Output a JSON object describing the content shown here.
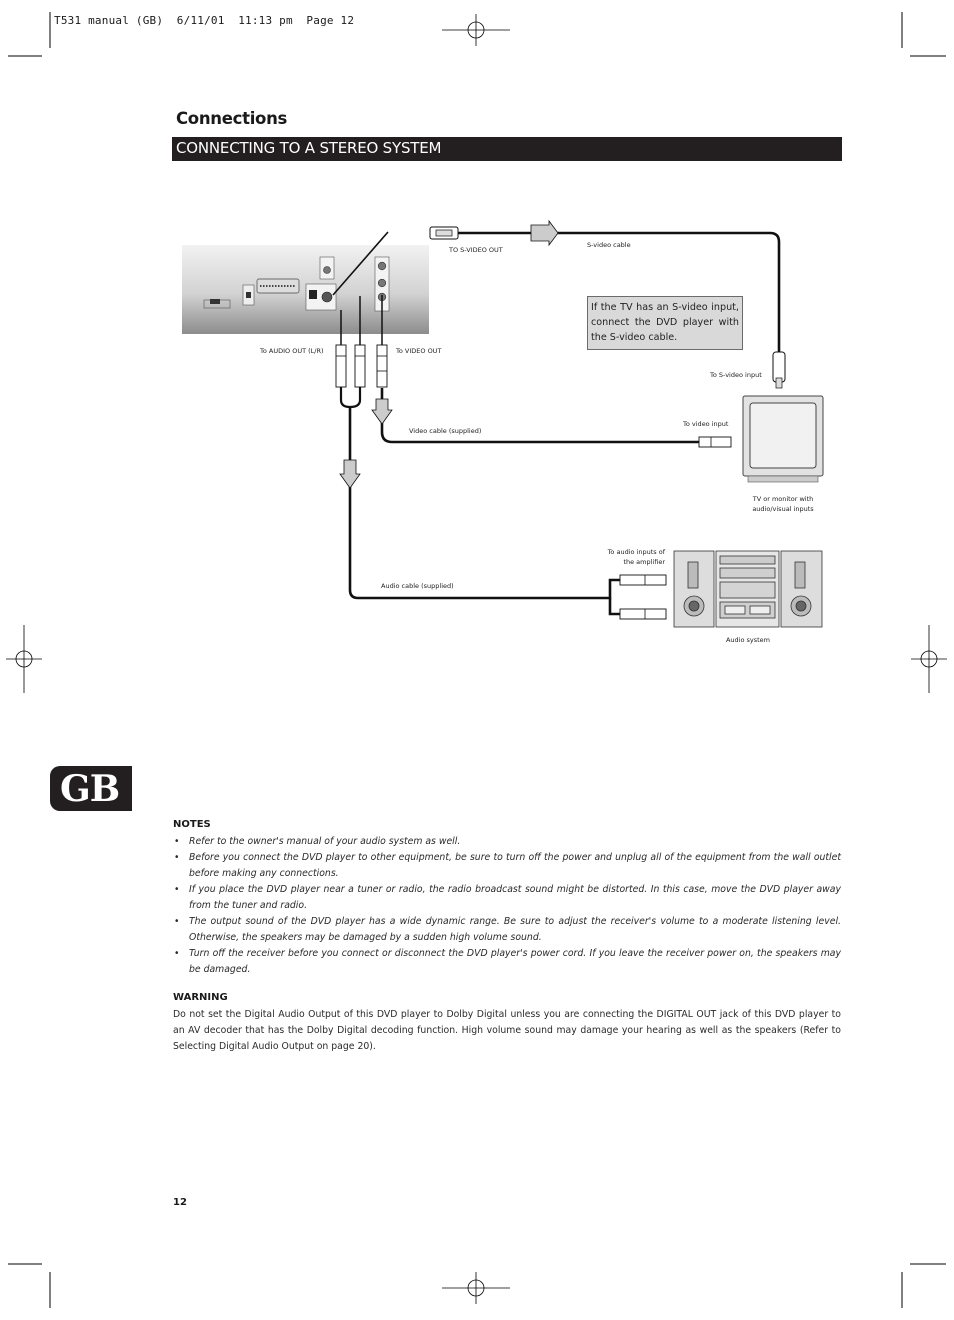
{
  "header": {
    "print_slug": "T531 manual (GB)  6/11/01  11:13 pm  Page 12"
  },
  "section": {
    "heading": "Connections",
    "title": "CONNECTING TO A STEREO SYSTEM"
  },
  "diagram": {
    "labels": {
      "to_s_video_out": "TO S-VIDEO OUT",
      "s_video_cable": "S-video cable",
      "to_audio_out": "To AUDIO OUT (L/R)",
      "to_video_out": "To VIDEO OUT",
      "to_s_video_input": "To S-video input",
      "to_video_input": "To video input",
      "video_cable": "Video cable (supplied)",
      "tv_line1": "TV or monitor with",
      "tv_line2": "audio/visual inputs",
      "audio_inputs_line1": "To audio inputs of",
      "audio_inputs_line2": "the amplifier",
      "audio_cable": "Audio cable (supplied)",
      "audio_system": "Audio system"
    },
    "note": "If the TV has an S-video input, connect the DVD player with the S-video cable."
  },
  "badge": {
    "text": "GB"
  },
  "notes": {
    "heading": "NOTES",
    "items": [
      "Refer to the owner's manual of your audio system as well.",
      "Before you connect the DVD player to other equipment, be sure to turn off the power and unplug all of the equipment from the wall outlet before making any connections.",
      "If you place the DVD player near a tuner or radio, the radio broadcast sound might be distorted. In this case, move the DVD player away from the tuner and radio.",
      "The output sound of the DVD player has a wide dynamic range. Be sure to adjust the receiver's volume to a moderate listening level. Otherwise, the speakers may be damaged by a sudden high volume sound.",
      "Turn off the receiver before you connect or disconnect the DVD player's power cord. If you leave the receiver power on, the speakers may be damaged."
    ]
  },
  "warning": {
    "heading": "WARNING",
    "text": "Do not set the Digital Audio Output of this DVD player to Dolby Digital unless you are connecting the DIGITAL OUT jack of this DVD player to an AV decoder that has the Dolby Digital decoding function. High volume sound may damage your hearing as well as the speakers (Refer to Selecting Digital Audio Output on page 20)."
  },
  "page_number": "12"
}
